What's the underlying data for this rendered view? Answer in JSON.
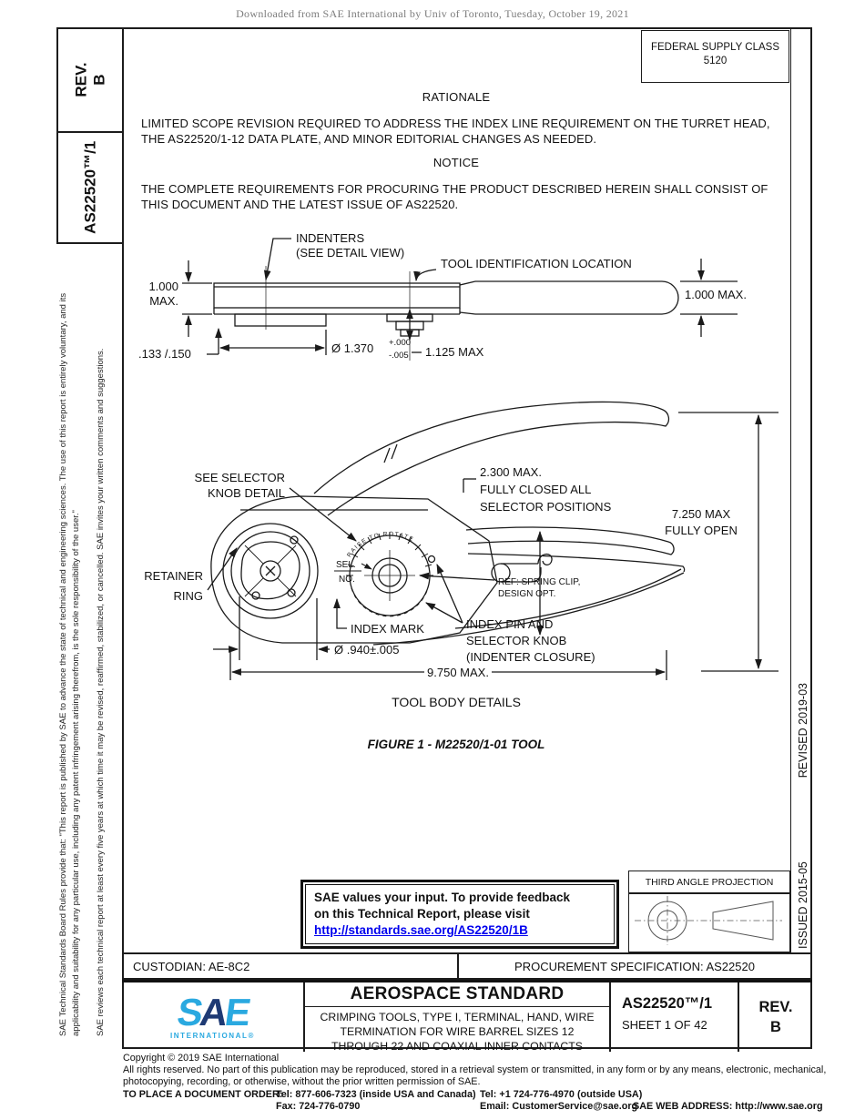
{
  "watermark": "Downloaded from SAE International by Univ of Toronto, Tuesday, October 19, 2021",
  "sidebar": {
    "rev_label": "REV.",
    "rev_value": "B",
    "doc_number": "AS22520™/1",
    "disclaimer_1": "SAE Technical Standards Board Rules provide that: \"This report is published by SAE to advance the state of technical and engineering sciences. The use of this report is entirely voluntary, and its applicability and suitability for any particular use, including any patent infringement arising therefrom, is the sole responsibility of the user.\"",
    "disclaimer_2": "SAE reviews each technical report at least every five years at which time it may be revised, reaffirmed, stabilized, or cancelled. SAE invites your written comments and suggestions."
  },
  "right_strip": {
    "issued": "ISSUED 2015-05",
    "revised": "REVISED 2019-03"
  },
  "header": {
    "fsc_label": "FEDERAL SUPPLY CLASS",
    "fsc_value": "5120"
  },
  "rationale": {
    "heading": "RATIONALE",
    "body": "LIMITED SCOPE REVISION REQUIRED TO ADDRESS THE INDEX LINE REQUIREMENT ON THE TURRET HEAD, THE AS22520/1-12 DATA PLATE, AND MINOR EDITORIAL CHANGES AS NEEDED."
  },
  "notice": {
    "heading": "NOTICE",
    "body": "THE COMPLETE REQUIREMENTS FOR PROCURING THE PRODUCT DESCRIBED HEREIN SHALL CONSIST OF THIS DOCUMENT AND THE LATEST ISSUE OF AS22520."
  },
  "fig_top": {
    "indenters_1": "INDENTERS",
    "indenters_2": "(SEE DETAIL VIEW)",
    "tool_id": "TOOL IDENTIFICATION LOCATION",
    "dim_left_1": "1.000",
    "dim_left_2": "MAX.",
    "dim_right": "1.000 MAX.",
    "dim_133": ".133 /.150",
    "dim_1370": "Ø 1.370",
    "dim_1370_plus": "+.000",
    "dim_1370_minus": "-.005",
    "dim_1125": "1.125 MAX"
  },
  "fig_main": {
    "see_selector_1": "SEE SELECTOR",
    "see_selector_2": "KNOB DETAIL",
    "retainer_1": "RETAINER",
    "retainer_2": "RING",
    "raise_to_rotate": "RAISE TO ROTATE",
    "sel": "SEL.",
    "no": "NO.",
    "dim_2300_1": "2.300 MAX.",
    "dim_2300_2": "FULLY CLOSED ALL",
    "dim_2300_3": "SELECTOR POSITIONS",
    "dim_7250_1": "7.250 MAX",
    "dim_7250_2": "FULLY OPEN",
    "spring_clip_1": "REF: SPRING CLIP,",
    "spring_clip_2": "DESIGN OPT.",
    "index_mark": "INDEX MARK",
    "index_pin_1": "INDEX PIN AND",
    "index_pin_2": "SELECTOR KNOB",
    "index_pin_3": "(INDENTER CLOSURE)",
    "dim_940": "Ø .940±.005",
    "dim_9750": "9.750 MAX.",
    "caption_details": "TOOL BODY DETAILS",
    "caption": "FIGURE 1 - M22520/1-01 TOOL"
  },
  "feedback_box": {
    "line1": "SAE values your input. To provide feedback",
    "line2": "on this Technical Report, please visit",
    "link": "http://standards.sae.org/AS22520/1B"
  },
  "projection_box": {
    "title": "THIRD ANGLE PROJECTION"
  },
  "info_row": {
    "custodian": "CUSTODIAN: AE-8C2",
    "procurement": "PROCUREMENT SPECIFICATION: AS22520"
  },
  "title_block": {
    "logo_s": "S",
    "logo_a": "A",
    "logo_e": "E",
    "logo_intl": "INTERNATIONAL®",
    "standard_type": "AEROSPACE STANDARD",
    "title_line1": "CRIMPING TOOLS, TYPE I, TERMINAL, HAND, WIRE",
    "title_line2": "TERMINATION FOR WIRE BARREL SIZES 12",
    "title_line3": "THROUGH 22 AND COAXIAL INNER CONTACTS",
    "doc_number": "AS22520™/1",
    "sheet": "SHEET 1 OF 42",
    "rev_label": "REV.",
    "rev_value": "B"
  },
  "footer": {
    "copyright": "Copyright © 2019 SAE International",
    "rights": "All rights reserved. No part of this publication may be reproduced, stored in a retrieval system or transmitted, in any form or by any means, electronic, mechanical, photocopying, recording, or otherwise, without the prior written permission of SAE.",
    "order_label": "TO PLACE A DOCUMENT ORDER:",
    "tel1": "Tel: 877-606-7323 (inside USA and Canada)",
    "tel2": "Tel: +1 724-776-4970 (outside USA)",
    "fax": "Fax: 724-776-0790",
    "email": "Email: CustomerService@sae.org",
    "web": "SAE WEB ADDRESS: http://www.sae.org"
  },
  "colors": {
    "link_blue": "#0000EE",
    "sae_light_blue": "#2AA9E0",
    "sae_dark_blue": "#1E3A74",
    "line": "#1a1a1a",
    "watermark_gray": "#7d7d7d"
  }
}
